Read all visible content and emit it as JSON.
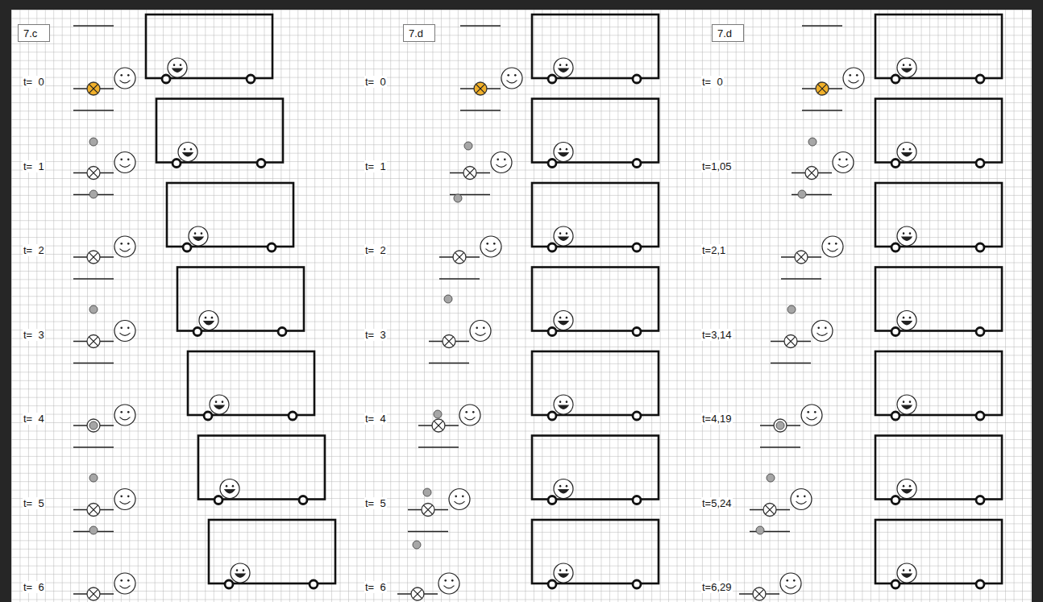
{
  "diagram": {
    "nodes": [
      {
        "text": [
          "7.c"
        ]
      },
      {
        "text": [
          "7.d"
        ]
      },
      {
        "text": [
          "7.d"
        ]
      }
    ],
    "labels": [
      "t=  0",
      "t=  1",
      "t=  2",
      "t=  3",
      "t=  4",
      "t=  5",
      "t=  6",
      "t=  0",
      "t=  1",
      "t=  2",
      "t=  3",
      "t=  4",
      "t=  5",
      "t=  6",
      "t=  0",
      "t=1,05",
      "t=2,1",
      "t=3,14",
      "t=4,19",
      "t=5,24",
      "t=6,29"
    ]
  }
}
